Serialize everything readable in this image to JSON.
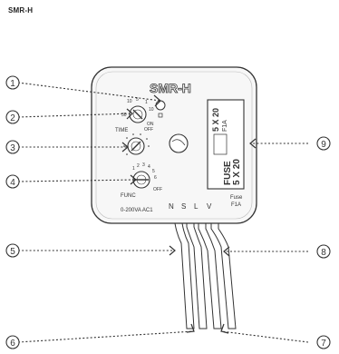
{
  "document": {
    "title": "SMR-H"
  },
  "device": {
    "label": "SMR-H",
    "time_label": "TIME",
    "func_label": "FUNC",
    "rating": "0-200VA AC1",
    "fuse_window": {
      "line1": "FUSE",
      "line2": "5 X 20",
      "line3": "5 X 20",
      "line4": "F1A"
    },
    "fuse_rating": {
      "line1": "Fuse",
      "line2": "F1A"
    },
    "wires": [
      "N",
      "S",
      "L",
      "V"
    ],
    "time_scale": [
      "10",
      "5",
      "1",
      "10",
      "30",
      "ON",
      "OFF"
    ],
    "func_scale": [
      "1",
      "2",
      "3",
      "4",
      "5",
      "6",
      "OFF"
    ]
  },
  "callouts": [
    "1",
    "2",
    "3",
    "4",
    "5",
    "6",
    "7",
    "8",
    "9"
  ],
  "colors": {
    "line": "#333333",
    "housing": "#f7f7f7",
    "wire": "#ffffff"
  }
}
